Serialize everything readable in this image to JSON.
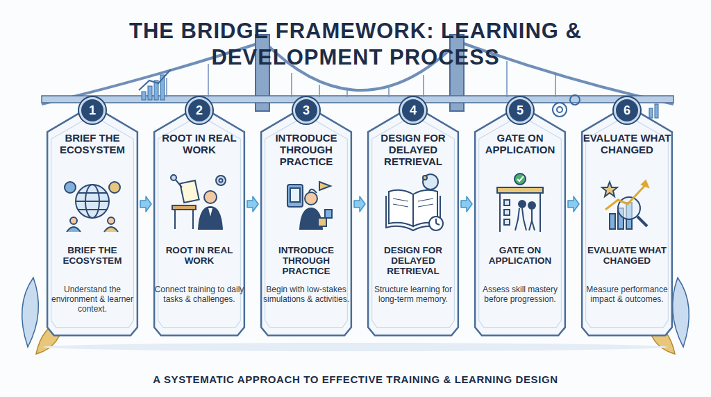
{
  "diagram": {
    "title": "THE BRIDGE FRAMEWORK: LEARNING & DEVELOPMENT PROCESS",
    "caption": "A SYSTEMATIC APPROACH TO EFFECTIVE TRAINING & LEARNING DESIGN",
    "nodes": [
      {
        "text": [
          "BRIEF THE ECOSYSTEM",
          "BRIEF THE ECOSYSTEM",
          "Understand the environment & learner context."
        ]
      },
      {
        "text": [
          "1"
        ],
        "in": 0
      },
      {
        "text": [
          "ROOT IN REAL WORK",
          "ROOT IN REAL WORK",
          "Connect training to daily tasks & challenges."
        ]
      },
      {
        "text": [
          "2"
        ],
        "in": 2
      },
      {
        "text": [
          "INTRODUCE THROUGH PRACTICE",
          "INTRODUCE THROUGH PRACTICE",
          "Begin with low-stakes simulations & activities."
        ]
      },
      {
        "text": [
          "3"
        ],
        "in": 4
      },
      {
        "text": [
          "DESIGN FOR DELAYED RETRIEVAL",
          "DESIGN FOR DELAYED RETRIEVAL",
          "Structure learning for long-term memory."
        ]
      },
      {
        "text": [
          "4"
        ],
        "in": 6
      },
      {
        "text": [
          "GATE ON APPLICATION",
          "GATE ON APPLICATION",
          "Assess skill mastery before progression."
        ]
      },
      {
        "text": [
          "5"
        ],
        "in": 8
      },
      {
        "text": [
          "EVALUATE WHAT CHANGED",
          "EVALUATE WHAT CHANGED",
          "Measure performance impact & outcomes."
        ]
      },
      {
        "text": [
          "6"
        ],
        "in": 10
      }
    ],
    "edges": [
      {
        "from": 0,
        "to": 2,
        "arrow": "to"
      },
      {
        "from": 2,
        "to": 4,
        "arrow": "to"
      },
      {
        "from": 4,
        "to": 6,
        "arrow": "to"
      },
      {
        "from": 6,
        "to": 8,
        "arrow": "to"
      },
      {
        "from": 8,
        "to": 10,
        "arrow": "to"
      }
    ]
  }
}
